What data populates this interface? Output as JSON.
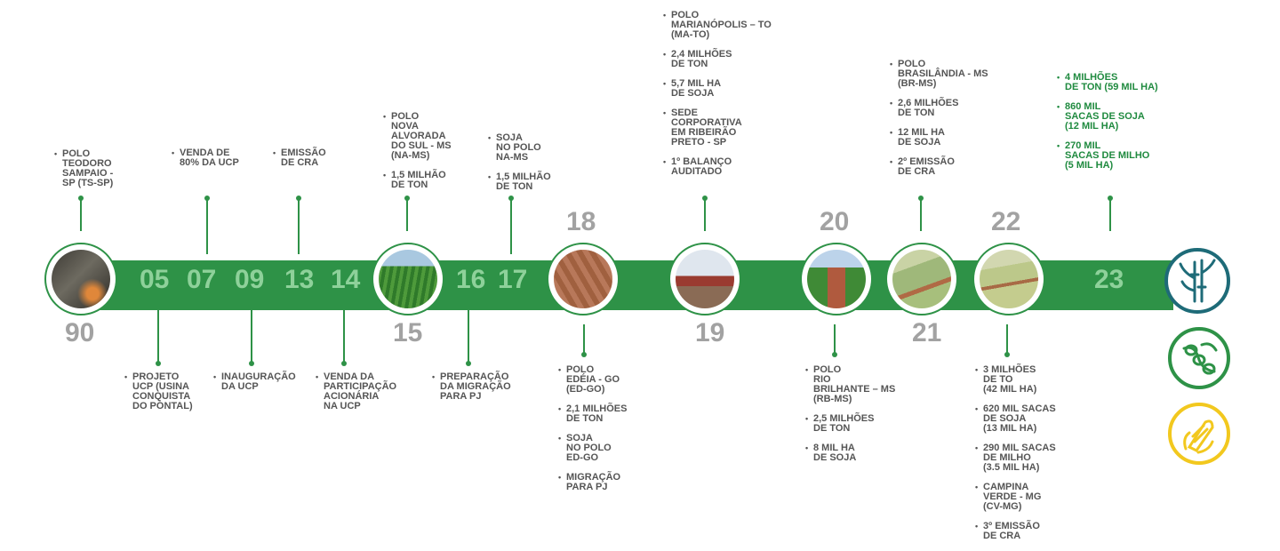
{
  "years": {
    "y90": "90",
    "y05": "05",
    "y07": "07",
    "y09": "09",
    "y13": "13",
    "y14": "14",
    "y15": "15",
    "y16": "16",
    "y17": "17",
    "y18": "18",
    "y19": "19",
    "y20": "20",
    "y21": "21",
    "y22": "22",
    "y23": "23"
  },
  "bullet": "•",
  "notes": {
    "n90": [
      "POLO\nTEODORO\nSAMPAIO -\nSP (TS-SP)"
    ],
    "n05": [
      "PROJETO\nUCP (USINA\nCONQUISTA\nDO PONTAL)"
    ],
    "n07": [
      "VENDA DE\n80% DA UCP"
    ],
    "n09": [
      "INAUGURAÇÃO\nDA UCP"
    ],
    "n13": [
      "EMISSÃO\nDE CRA"
    ],
    "n14": [
      "VENDA DA\nPARTICIPAÇÃO\nACIONÁRIA\nNA UCP"
    ],
    "n15": [
      "POLO\nNOVA\nALVORADA\nDO SUL - MS\n(NA-MS)",
      "1,5 MILHÃO\nDE TON"
    ],
    "n16": [
      "PREPARAÇÃO\nDA MIGRAÇÃO\nPARA PJ"
    ],
    "n17": [
      "SOJA\nNO POLO\nNA-MS",
      "1,5 MILHÃO\nDE TON"
    ],
    "n18": [
      "POLO\nEDÉIA - GO\n(ED-GO)",
      "2,1 MILHÕES\nDE TON",
      "SOJA\nNO POLO\nED-GO",
      "MIGRAÇÃO\nPARA PJ"
    ],
    "n19": [
      "POLO\nMARIANÓPOLIS – TO\n(MA-TO)",
      "2,4 MILHÕES\nDE TON",
      "5,7 MIL HA\nDE SOJA",
      "SEDE\nCORPORATIVA\nEM RIBEIRÃO\nPRETO - SP",
      "1º BALANÇO\nAUDITADO"
    ],
    "n20": [
      "POLO\nRIO\nBRILHANTE – MS\n(RB-MS)",
      "2,5 MILHÕES\nDE TON",
      "8 MIL HA\nDE SOJA"
    ],
    "n21": [
      "POLO\nBRASILÂNDIA - MS\n(BR-MS)",
      "2,6 MILHÕES\nDE TON",
      "12 MIL HA\nDE SOJA",
      "2º EMISSÃO\nDE CRA"
    ],
    "n22": [
      "3 MILHÕES\nDE TO\n(42 MIL HA)",
      "620 MIL SACAS\nDE SOJA\n(13 MIL HA)",
      "290 MIL SACAS\nDE MILHO\n(3.5 MIL HA)",
      "CAMPINA\nVERDE - MG\n(CV-MG)",
      "3º EMISSÃO\nDE CRA"
    ],
    "n23": [
      "4 MILHÕES\nDE TON (59 MIL HA)",
      "860 MIL\nSACAS DE SOJA\n(12 MIL HA)",
      "270 MIL\nSACAS DE MILHO\n(5 MIL HA)"
    ]
  },
  "colors": {
    "green": "#2e9247",
    "teal": "#1e6b78",
    "yellow": "#f2c81e",
    "grey": "#a2a2a2"
  },
  "icons": [
    "sugarcane-icon",
    "soybean-icon",
    "corn-icon"
  ]
}
